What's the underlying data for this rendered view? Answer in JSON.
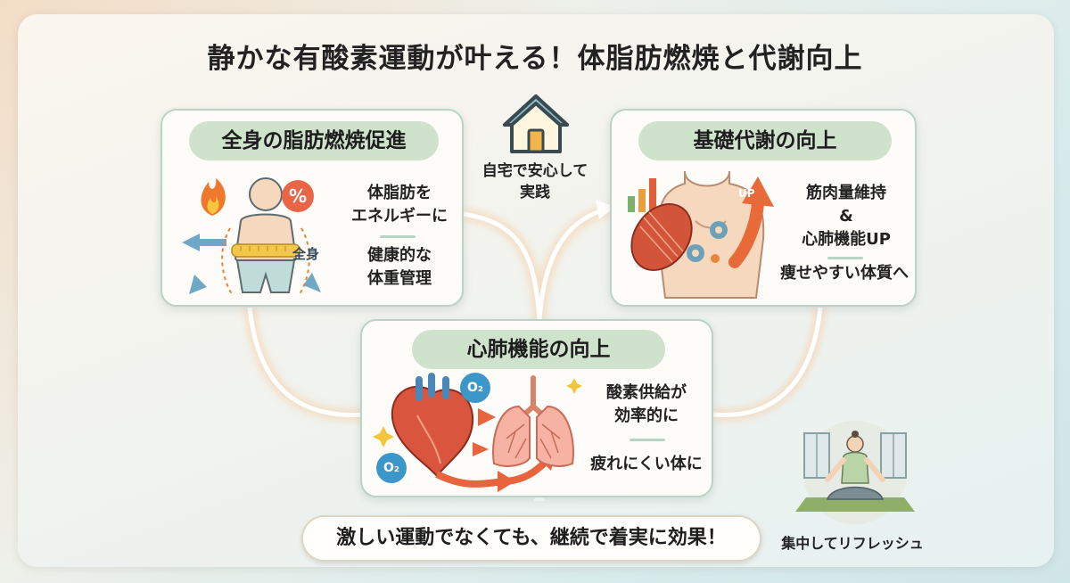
{
  "title": "静かな有酸素運動が叶える！体脂肪燃焼と代謝向上",
  "home": {
    "label_line1": "自宅で安心して",
    "label_line2": "実践",
    "icon": "house-icon"
  },
  "cards": {
    "fat": {
      "heading": "全身の脂肪燃焼促進",
      "text1_line1": "体脂肪を",
      "text1_line2": "エネルギーに",
      "text2_line1": "健康的な",
      "text2_line2": "体重管理",
      "body_tag": "全身",
      "percent_tag": "%"
    },
    "metabolism": {
      "heading": "基礎代謝の向上",
      "text1_line1": "筋肉量維持",
      "text1_line2": "&",
      "text1_line3": "心肺機能UP",
      "text2": "痩せやすい体質へ",
      "up_tag": "UP"
    },
    "cardio": {
      "heading": "心肺機能の向上",
      "text1_line1": "酸素供給が",
      "text1_line2": "効率的に",
      "text2": "疲れにくい体に",
      "o2_tag": "O₂"
    }
  },
  "bottom_message": "激しい運動でなくても、継続で着実に効果！",
  "relax_label": "集中してリフレッシュ",
  "colors": {
    "card_border": "#b9d3c6",
    "pill_bg": "#cfe2cc",
    "accent_orange": "#e8643c",
    "accent_blue": "#3c97c9"
  }
}
